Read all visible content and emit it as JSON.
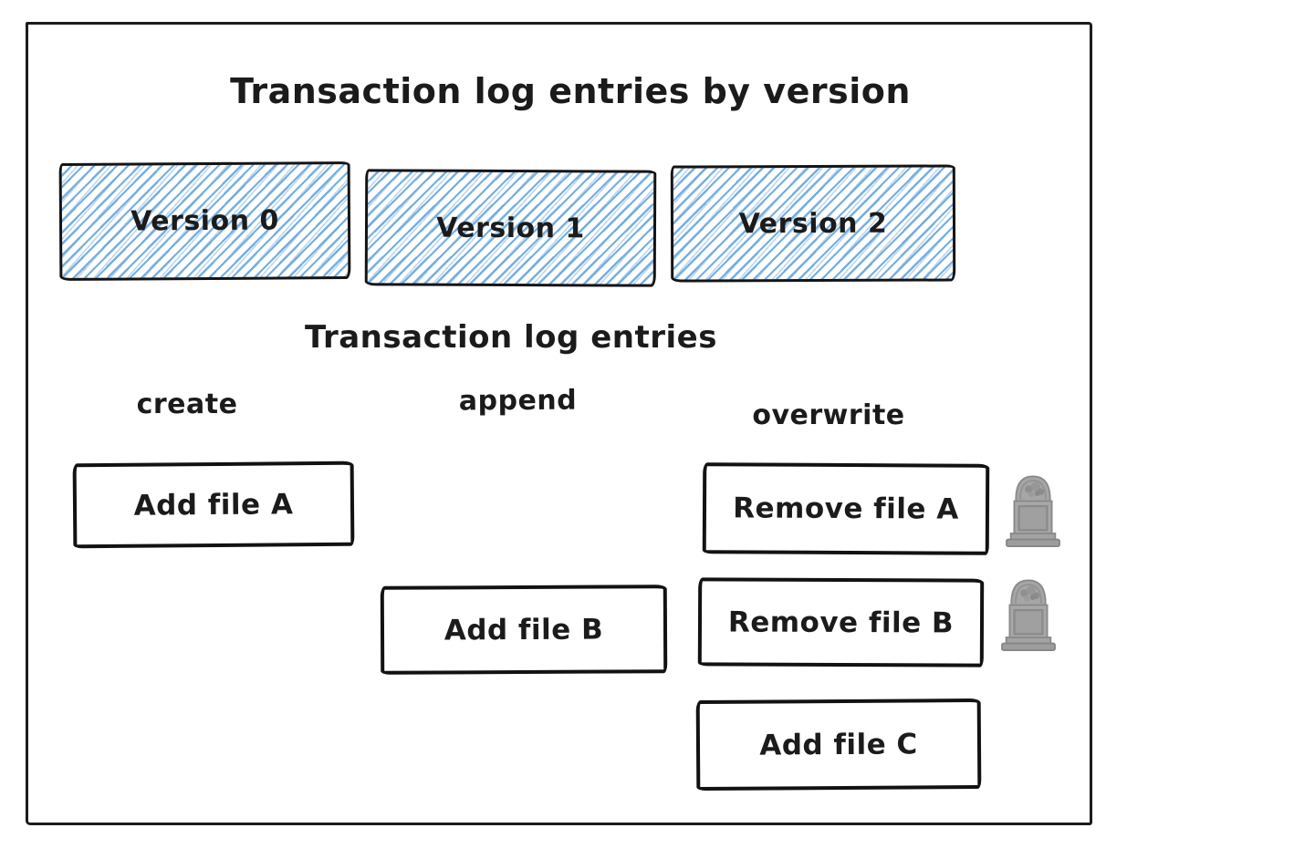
{
  "diagram": {
    "title": "Transaction log entries by version",
    "subtitle": "Transaction log entries",
    "versions": [
      {
        "label": "Version 0"
      },
      {
        "label": "Version 1"
      },
      {
        "label": "Version 2"
      }
    ],
    "columns": [
      {
        "label": "create"
      },
      {
        "label": "append"
      },
      {
        "label": "overwrite"
      }
    ],
    "entries": [
      {
        "label": "Add file A",
        "column": "create",
        "tombstone": false
      },
      {
        "label": "Remove file A",
        "column": "overwrite",
        "tombstone": true
      },
      {
        "label": "Add file B",
        "column": "append",
        "tombstone": false
      },
      {
        "label": "Remove file B",
        "column": "overwrite",
        "tombstone": true
      },
      {
        "label": "Add file C",
        "column": "overwrite",
        "tombstone": false
      }
    ],
    "colors": {
      "hatch_blue": "#68a6dd",
      "stroke_black": "#141414",
      "tombstone_gray": "#a6a6a6",
      "background": "#ffffff"
    },
    "icons": {
      "tombstone": "tombstone-icon"
    }
  }
}
